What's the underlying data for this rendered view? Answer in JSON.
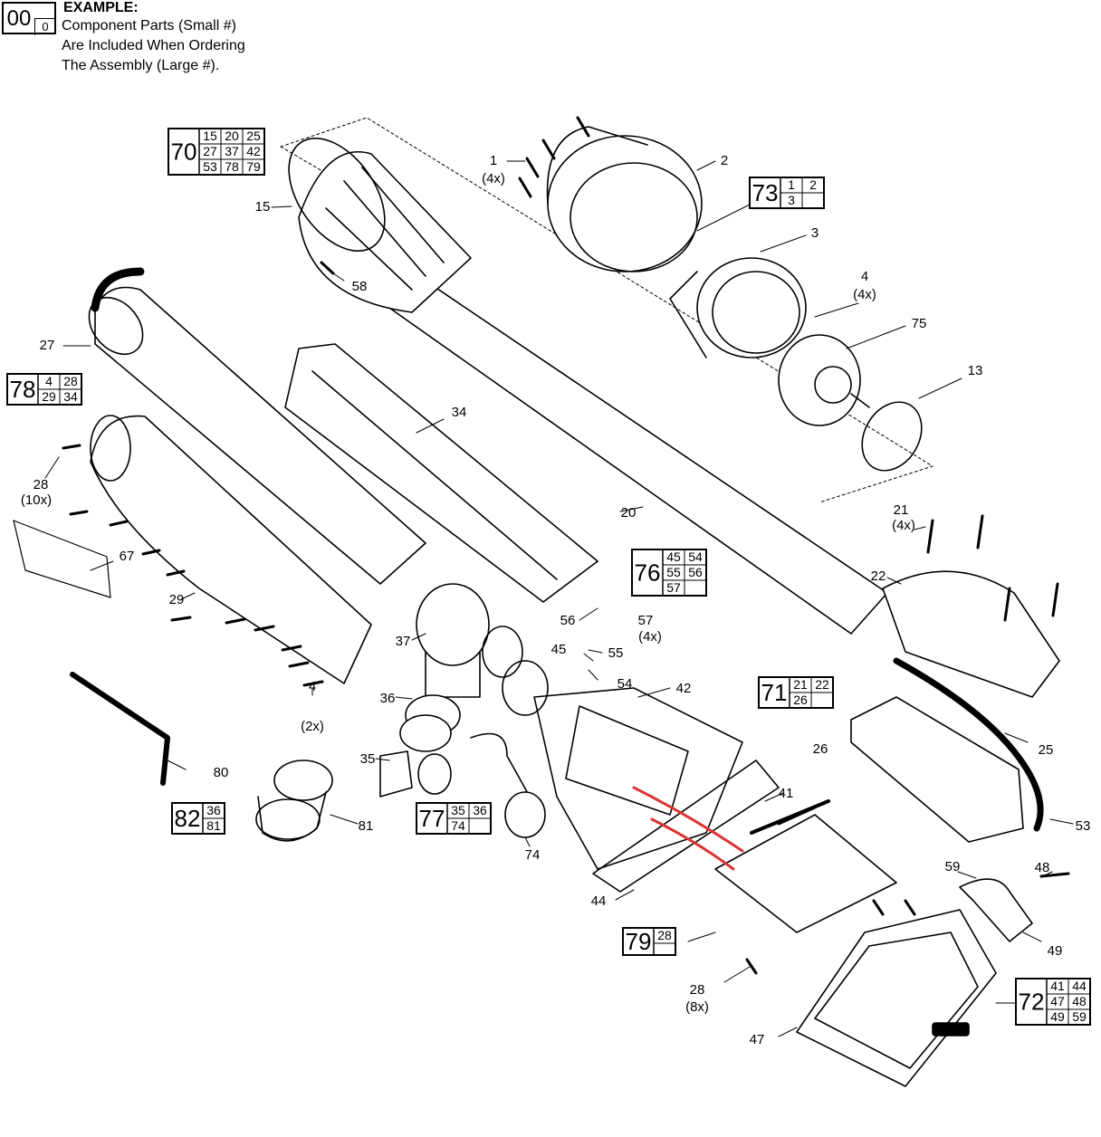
{
  "legend": {
    "big_number": "00",
    "small_number": "0",
    "title": "EXAMPLE:",
    "lines": [
      "Component Parts (Small #)",
      "Are Included When Ordering",
      "The Assembly (Large #)."
    ]
  },
  "assemblies": [
    {
      "id": "70",
      "components": [
        "15",
        "20",
        "25",
        "27",
        "37",
        "42",
        "53",
        "78",
        "79"
      ]
    },
    {
      "id": "73",
      "components": [
        "1",
        "2",
        "3"
      ]
    },
    {
      "id": "78",
      "components": [
        "4",
        "28",
        "29",
        "34"
      ]
    },
    {
      "id": "76",
      "components": [
        "45",
        "54",
        "55",
        "56",
        "57"
      ]
    },
    {
      "id": "71",
      "components": [
        "21",
        "22",
        "26"
      ]
    },
    {
      "id": "82",
      "components": [
        "36",
        "81"
      ]
    },
    {
      "id": "77",
      "components": [
        "35",
        "36",
        "74"
      ]
    },
    {
      "id": "79",
      "components": [
        "28"
      ]
    },
    {
      "id": "72",
      "components": [
        "41",
        "44",
        "47",
        "48",
        "49",
        "59"
      ]
    }
  ],
  "callouts": [
    {
      "label": "1"
    },
    {
      "label": "(4x)"
    },
    {
      "label": "2"
    },
    {
      "label": "3"
    },
    {
      "label": "4"
    },
    {
      "label": "(4x)"
    },
    {
      "label": "75"
    },
    {
      "label": "13"
    },
    {
      "label": "15"
    },
    {
      "label": "58"
    },
    {
      "label": "27"
    },
    {
      "label": "34"
    },
    {
      "label": "28"
    },
    {
      "label": "(10x)"
    },
    {
      "label": "67"
    },
    {
      "label": "20"
    },
    {
      "label": "21"
    },
    {
      "label": "(4x)"
    },
    {
      "label": "22"
    },
    {
      "label": "29"
    },
    {
      "label": "56"
    },
    {
      "label": "57"
    },
    {
      "label": "(4x)"
    },
    {
      "label": "45"
    },
    {
      "label": "55"
    },
    {
      "label": "37"
    },
    {
      "label": "54"
    },
    {
      "label": "42"
    },
    {
      "label": "36"
    },
    {
      "label": "4"
    },
    {
      "label": "(2x)"
    },
    {
      "label": "26"
    },
    {
      "label": "25"
    },
    {
      "label": "80"
    },
    {
      "label": "35"
    },
    {
      "label": "41"
    },
    {
      "label": "53"
    },
    {
      "label": "81"
    },
    {
      "label": "74"
    },
    {
      "label": "44"
    },
    {
      "label": "59"
    },
    {
      "label": "48"
    },
    {
      "label": "49"
    },
    {
      "label": "28"
    },
    {
      "label": "(8x)"
    },
    {
      "label": "47"
    }
  ]
}
